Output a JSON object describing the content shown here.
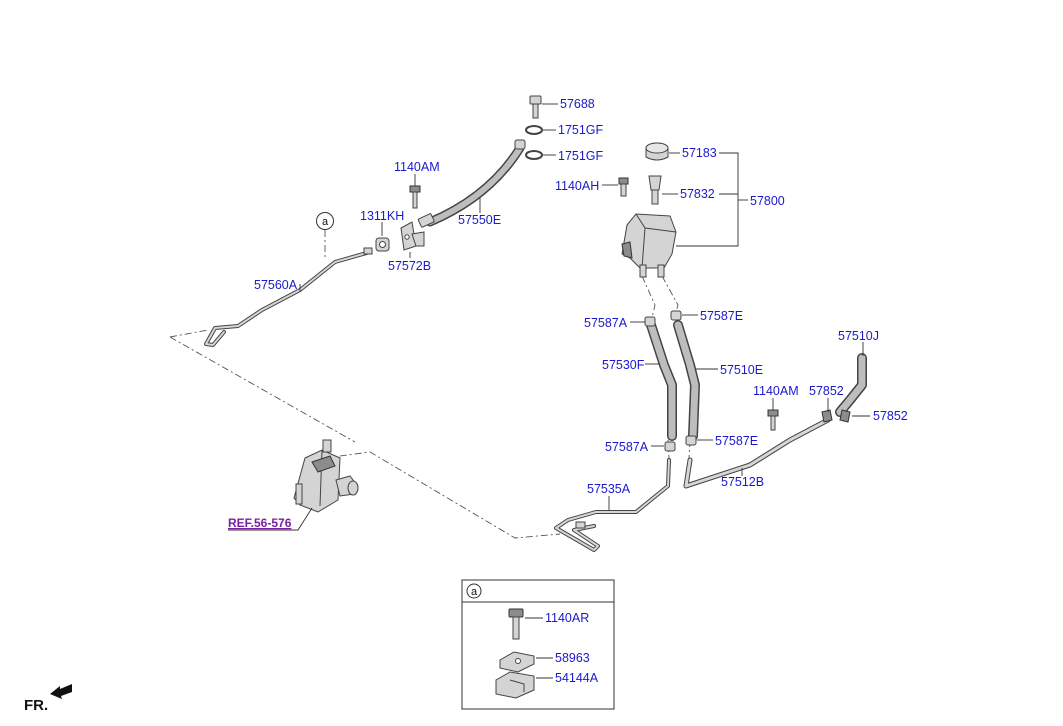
{
  "labels": {
    "p57688": "57688",
    "p1751gf_a": "1751GF",
    "p1751gf_b": "1751GF",
    "p1140am_a": "1140AM",
    "p1311kh": "1311KH",
    "p57550e": "57550E",
    "p57572b": "57572B",
    "p57560a": "57560A",
    "p57183": "57183",
    "p1140ah": "1140AH",
    "p57832": "57832",
    "p57800": "57800",
    "p57587a_top": "57587A",
    "p57587e_top": "57587E",
    "p57530f": "57530F",
    "p57510e": "57510E",
    "p57510j": "57510J",
    "p1140am_b": "1140AM",
    "p57852_a": "57852",
    "p57852_b": "57852",
    "p57587a_bot": "57587A",
    "p57587e_bot": "57587E",
    "p57535a": "57535A",
    "p57512b": "57512B",
    "ref": "REF.56-576",
    "callout": "a",
    "fr": "FR."
  },
  "inset": {
    "title": "a",
    "p1140ar": "1140AR",
    "p58963": "58963",
    "p54144a": "54144A"
  }
}
